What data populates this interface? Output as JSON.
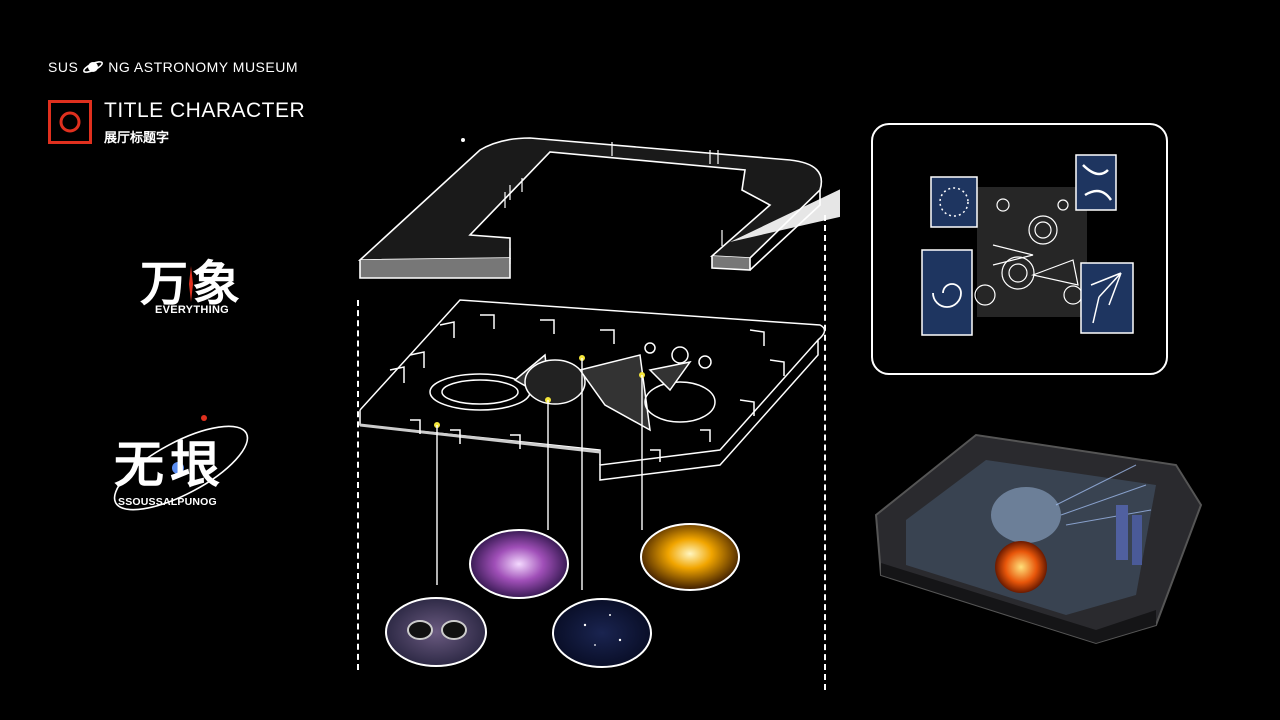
{
  "header": {
    "museum_name_left": "SUS",
    "museum_name_right": "NG ASTRONOMY MUSEUM",
    "title_en": "TITLE CHARACTER",
    "title_cn": "展厅标题字"
  },
  "logos": [
    {
      "cn": "万象",
      "en": "EVERYTHING"
    },
    {
      "cn": "无垠",
      "en": "SSOUSSALPUNOG"
    }
  ],
  "colors": {
    "background": "#000000",
    "accent_red": "#e0301e",
    "marker_yellow": "#f5e63a",
    "panel_navy": "#1e3560"
  }
}
